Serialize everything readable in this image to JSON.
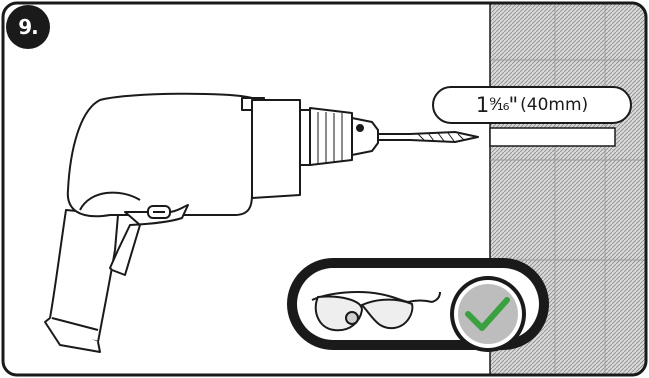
{
  "step": {
    "number": "9."
  },
  "drill_depth": {
    "whole": "1",
    "fraction": "⁹⁄₁₆",
    "inch_mark": "\"",
    "metric": "(40mm)"
  },
  "safety": {
    "item_icon": "safety-glasses-icon",
    "status_icon": "checkmark-icon",
    "status_color": "#3aa040"
  },
  "colors": {
    "outline": "#1a1a1a",
    "wall_fill": "#c8c8c8"
  }
}
